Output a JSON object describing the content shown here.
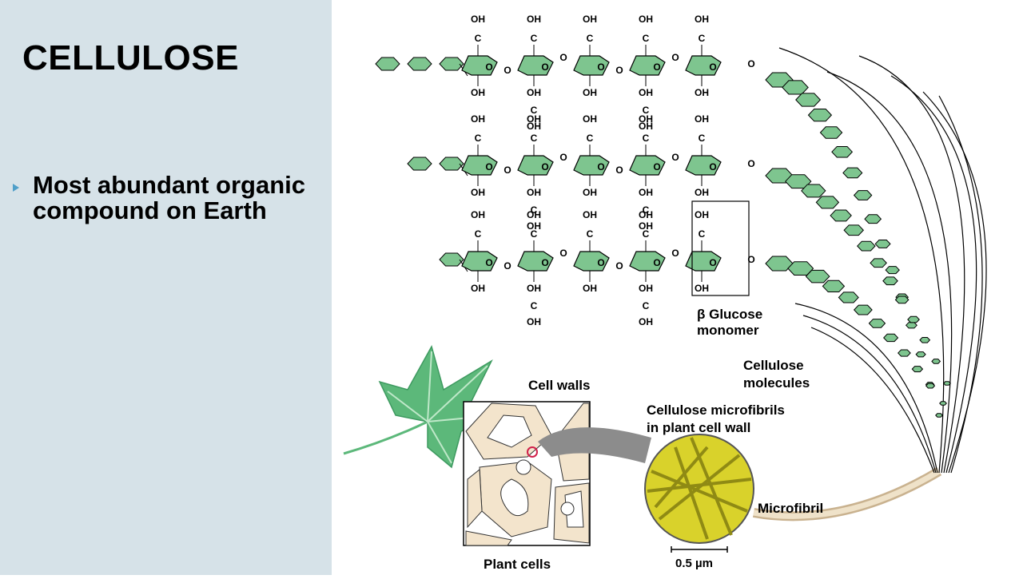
{
  "slide": {
    "title": "CELLULOSE",
    "bullet": "Most abundant organic compound on Earth"
  },
  "figure": {
    "labels": {
      "monomer_line1": "β Glucose",
      "monomer_line2": "monomer",
      "molecules_line1": "Cellulose",
      "molecules_line2": "molecules",
      "microfibrils_line1": "Cellulose microfibrils",
      "microfibrils_line2": "in plant cell wall",
      "cell_walls": "Cell walls",
      "microfibril": "Microfibril",
      "plant_cells": "Plant cells",
      "scale": "0.5 µm"
    },
    "chem": {
      "oh": "OH",
      "c": "C",
      "o": "O"
    },
    "colors": {
      "sidebar": "#d6e2e8",
      "ring_fill": "#7ec58f",
      "leaf": "#5cb87a",
      "micrograph": "#d9d22b",
      "cell_wall": "#f3e4cc",
      "highlight": "#d0204a"
    }
  }
}
